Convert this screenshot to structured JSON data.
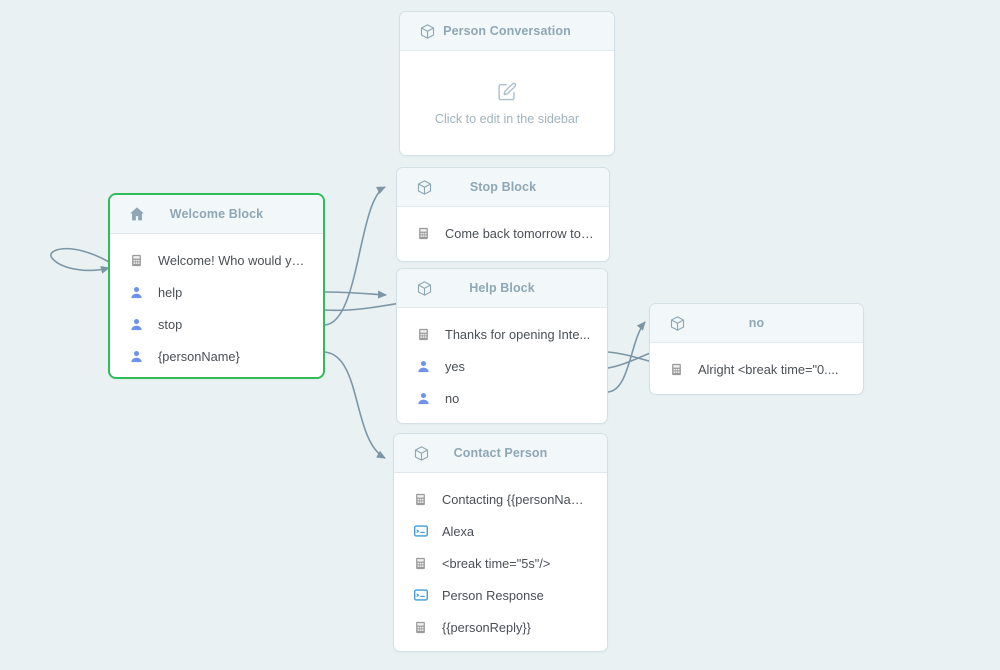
{
  "canvas": {
    "background_color": "#eaf1f3",
    "selected_border_color": "#2ebd59",
    "edge_color": "#7d96a6",
    "header_bg": "#f2f7f9",
    "title_color": "#8fa7b5",
    "person_icon_color": "#6f93e8",
    "card_icon_color": "#3e9ad4",
    "speak_icon_color": "#9a9a9a"
  },
  "nodes": [
    {
      "id": "person-conversation",
      "title": "Person Conversation",
      "header_icon": "cube-icon",
      "selected": false,
      "empty": true,
      "empty_icon": "edit-square-icon",
      "empty_text": "Click to edit in the sidebar",
      "rows": []
    },
    {
      "id": "welcome-block",
      "title": "Welcome Block",
      "header_icon": "home-icon",
      "selected": true,
      "empty": false,
      "rows": [
        {
          "icon": "speaker-icon",
          "label": "Welcome! Who would you ..."
        },
        {
          "icon": "person-icon",
          "label": "help"
        },
        {
          "icon": "person-icon",
          "label": "stop"
        },
        {
          "icon": "person-icon",
          "label": "{personName}"
        }
      ]
    },
    {
      "id": "stop-block",
      "title": "Stop Block",
      "header_icon": "cube-icon",
      "selected": false,
      "empty": false,
      "rows": [
        {
          "icon": "speaker-icon",
          "label": "Come back tomorrow to p..."
        }
      ]
    },
    {
      "id": "help-block",
      "title": "Help Block",
      "header_icon": "cube-icon",
      "selected": false,
      "empty": false,
      "rows": [
        {
          "icon": "speaker-icon",
          "label": "Thanks for opening Inte..."
        },
        {
          "icon": "person-icon",
          "label": "yes"
        },
        {
          "icon": "person-icon",
          "label": "no"
        }
      ]
    },
    {
      "id": "no-block",
      "title": "no",
      "header_icon": "cube-icon",
      "selected": false,
      "empty": false,
      "rows": [
        {
          "icon": "speaker-icon",
          "label": "Alright <break time=\"0...."
        }
      ]
    },
    {
      "id": "contact-person",
      "title": "Contact Person",
      "header_icon": "cube-icon",
      "selected": false,
      "empty": false,
      "rows": [
        {
          "icon": "speaker-icon",
          "label": "Contacting {{personName..."
        },
        {
          "icon": "card-icon",
          "label": "Alexa"
        },
        {
          "icon": "speaker-icon",
          "label": "<break time=\"5s\"/>"
        },
        {
          "icon": "card-icon",
          "label": "Person Response"
        },
        {
          "icon": "speaker-icon",
          "label": "{{personReply}}"
        }
      ]
    }
  ]
}
